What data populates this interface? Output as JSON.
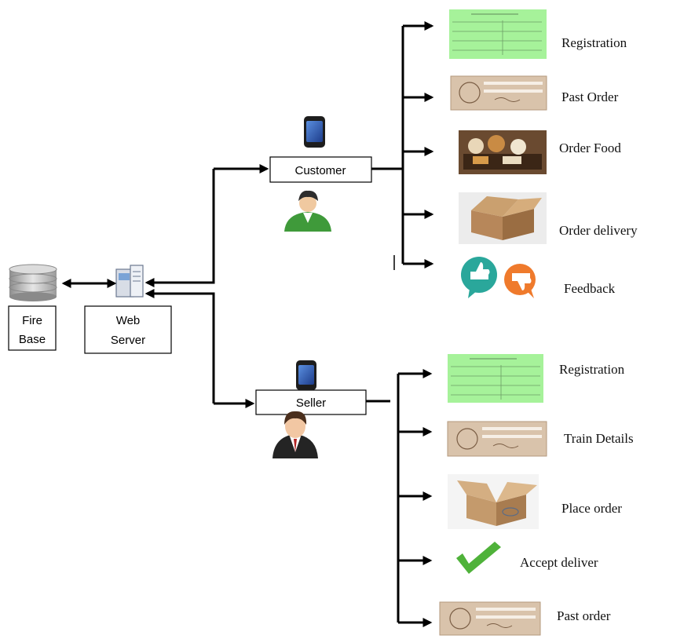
{
  "nodes": {
    "firebase": {
      "line1": "Fire",
      "line2": "Base"
    },
    "webserver": {
      "line1": "Web",
      "line2": "Server"
    },
    "customer": {
      "label": "Customer"
    },
    "seller": {
      "label": "Seller"
    }
  },
  "customer_items": [
    {
      "label": "Registration",
      "icon": "registration-form-icon"
    },
    {
      "label": "Past Order",
      "icon": "receipt-document-icon"
    },
    {
      "label": "Order Food",
      "icon": "food-tray-icon"
    },
    {
      "label": "Order delivery",
      "icon": "cardboard-box-icon"
    },
    {
      "label": "Feedback",
      "icon": "feedback-thumbs-icon"
    }
  ],
  "seller_items": [
    {
      "label": "Registration",
      "icon": "registration-form-icon"
    },
    {
      "label": "Train Details",
      "icon": "receipt-document-icon"
    },
    {
      "label": "Place order",
      "icon": "cardboard-box-icon"
    },
    {
      "label": "Accept deliver",
      "icon": "checkmark-icon"
    },
    {
      "label": "Past order",
      "icon": "receipt-document-icon"
    }
  ],
  "colors": {
    "form_green": "#a6f29a",
    "receipt_tan": "#d9c3ab",
    "box_brown": "#b7875a",
    "check_green": "#4fb23a",
    "thumb_teal": "#2aa79b",
    "thumb_orange": "#ef7a2c"
  }
}
